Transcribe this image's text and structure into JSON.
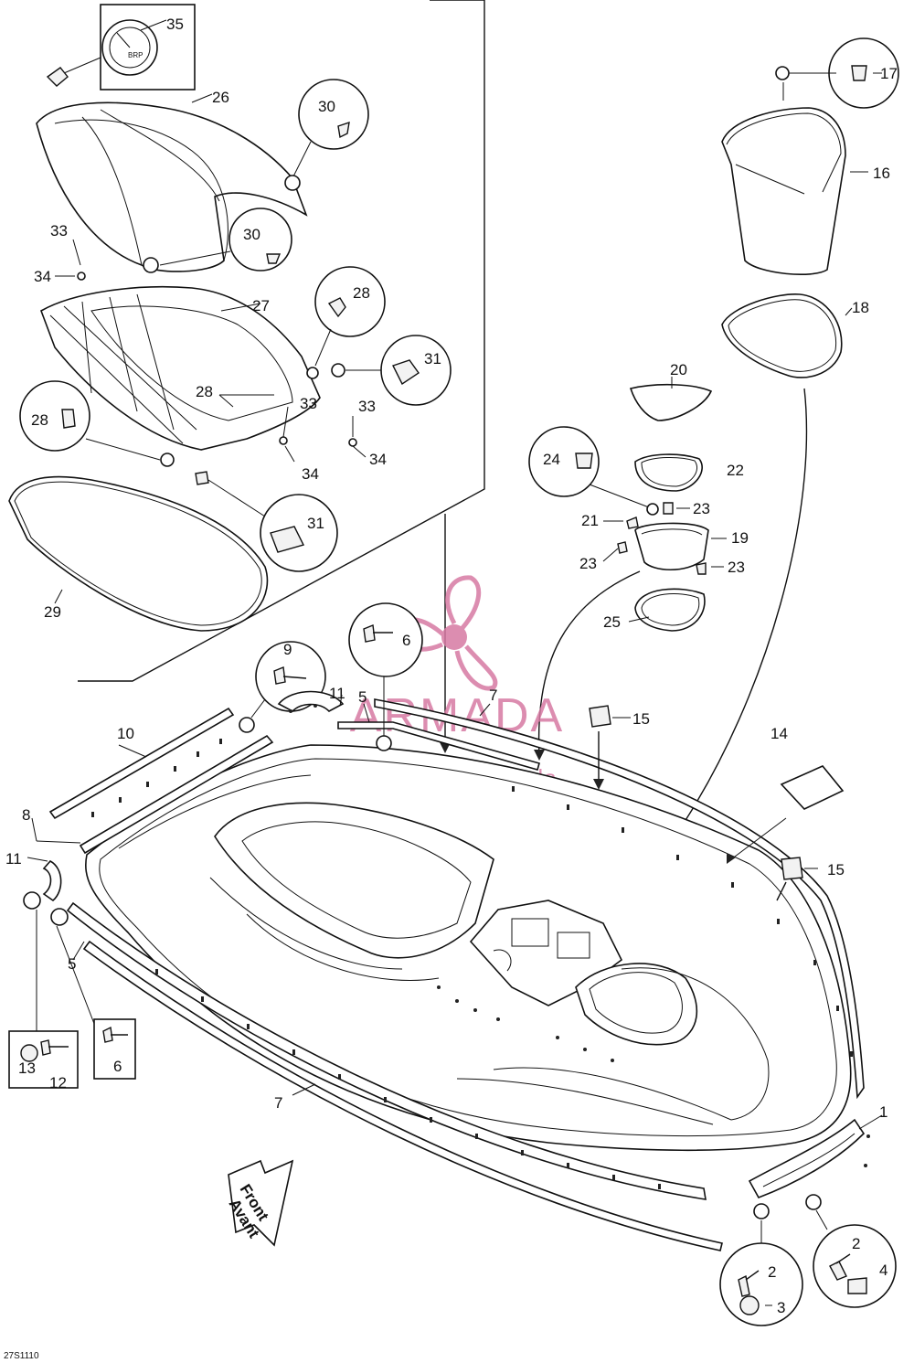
{
  "drawing_code": "27S1110",
  "watermark": {
    "brand": "ARMADA",
    "tagline": "marine outboards",
    "color": "#d77aa3"
  },
  "direction_arrow": {
    "line1": "Front",
    "line2": "Avant"
  },
  "callouts": {
    "c35": "35",
    "c26": "26",
    "c30a": "30",
    "c30b": "30",
    "c33a": "33",
    "c34a": "34",
    "c27": "27",
    "c28a": "28",
    "c28b": "28",
    "c28c": "28",
    "c31a": "31",
    "c31b": "31",
    "c33b": "33",
    "c33c": "33",
    "c34b": "34",
    "c34c": "34",
    "c29": "29",
    "c17": "17",
    "c16": "16",
    "c18": "18",
    "c20": "20",
    "c24": "24",
    "c22": "22",
    "c23a": "23",
    "c21": "21",
    "c19": "19",
    "c23b": "23",
    "c23c": "23",
    "c25": "25",
    "c6a": "6",
    "c9": "9",
    "c11a": "11",
    "c5a": "5",
    "c7a": "7",
    "c15a": "15",
    "c10": "10",
    "c14": "14",
    "c8": "8",
    "c11b": "11",
    "c15b": "15",
    "c5b": "5",
    "c6b": "6",
    "c13": "13",
    "c12": "12",
    "c7b": "7",
    "c1": "1",
    "c2a": "2",
    "c3": "3",
    "c2b": "2",
    "c4": "4"
  }
}
